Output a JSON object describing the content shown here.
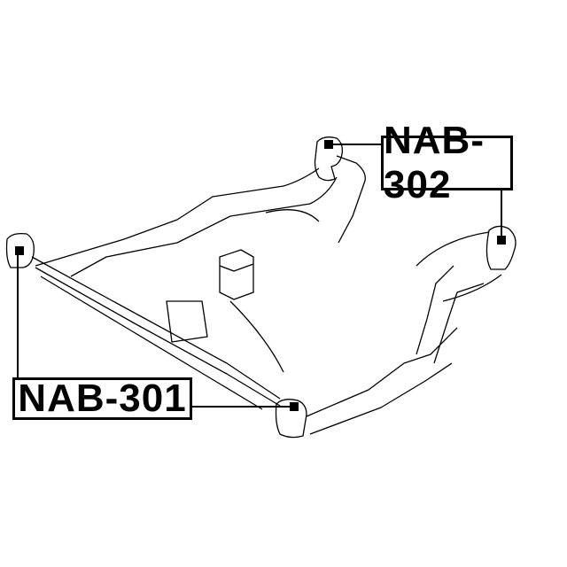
{
  "diagram": {
    "subject": "front suspension subframe (crossmember) line drawing",
    "callouts": [
      {
        "id": "302",
        "label": "NAB-302"
      },
      {
        "id": "301",
        "label": "NAB-301"
      }
    ]
  },
  "colors": {
    "line": "#000000",
    "background": "#ffffff"
  }
}
